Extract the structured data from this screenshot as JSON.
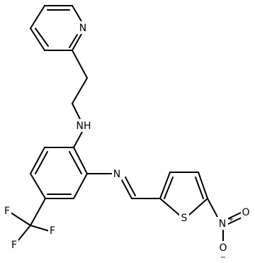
{
  "atoms": {
    "pyridine_n": "N",
    "amine_nh": "NH",
    "imine_n": "N",
    "thiophene_s": "S",
    "nitro_n": "N",
    "nitro_n_charge": "+",
    "nitro_o_top": "O",
    "nitro_o_bottom": "O",
    "nitro_o_charge": "−",
    "fluorine_1": "F",
    "fluorine_2": "F",
    "fluorine_3": "F"
  }
}
